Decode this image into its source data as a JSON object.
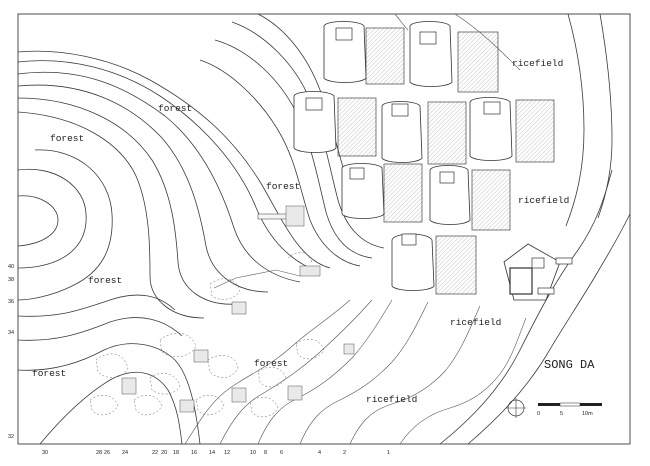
{
  "labels": {
    "forest_1": "forest",
    "forest_2": "forest",
    "forest_3": "forest",
    "forest_4": "forest",
    "forest_5": "forest",
    "forest_6": "forest",
    "ricefield_1": "ricefield",
    "ricefield_2": "ricefield",
    "ricefield_3": "ricefield",
    "ricefield_4": "ricefield",
    "river": "SONG DA"
  },
  "bottom_ticks": [
    "30",
    "28",
    "26",
    "24",
    "22",
    "20",
    "18",
    "16",
    "14",
    "12",
    "10",
    "8",
    "6",
    "4",
    "2",
    "1"
  ],
  "left_ticks": [
    "40",
    "38",
    "36",
    "34",
    "32"
  ],
  "scale": {
    "zero": "0",
    "mid": "5",
    "end": "10m"
  }
}
